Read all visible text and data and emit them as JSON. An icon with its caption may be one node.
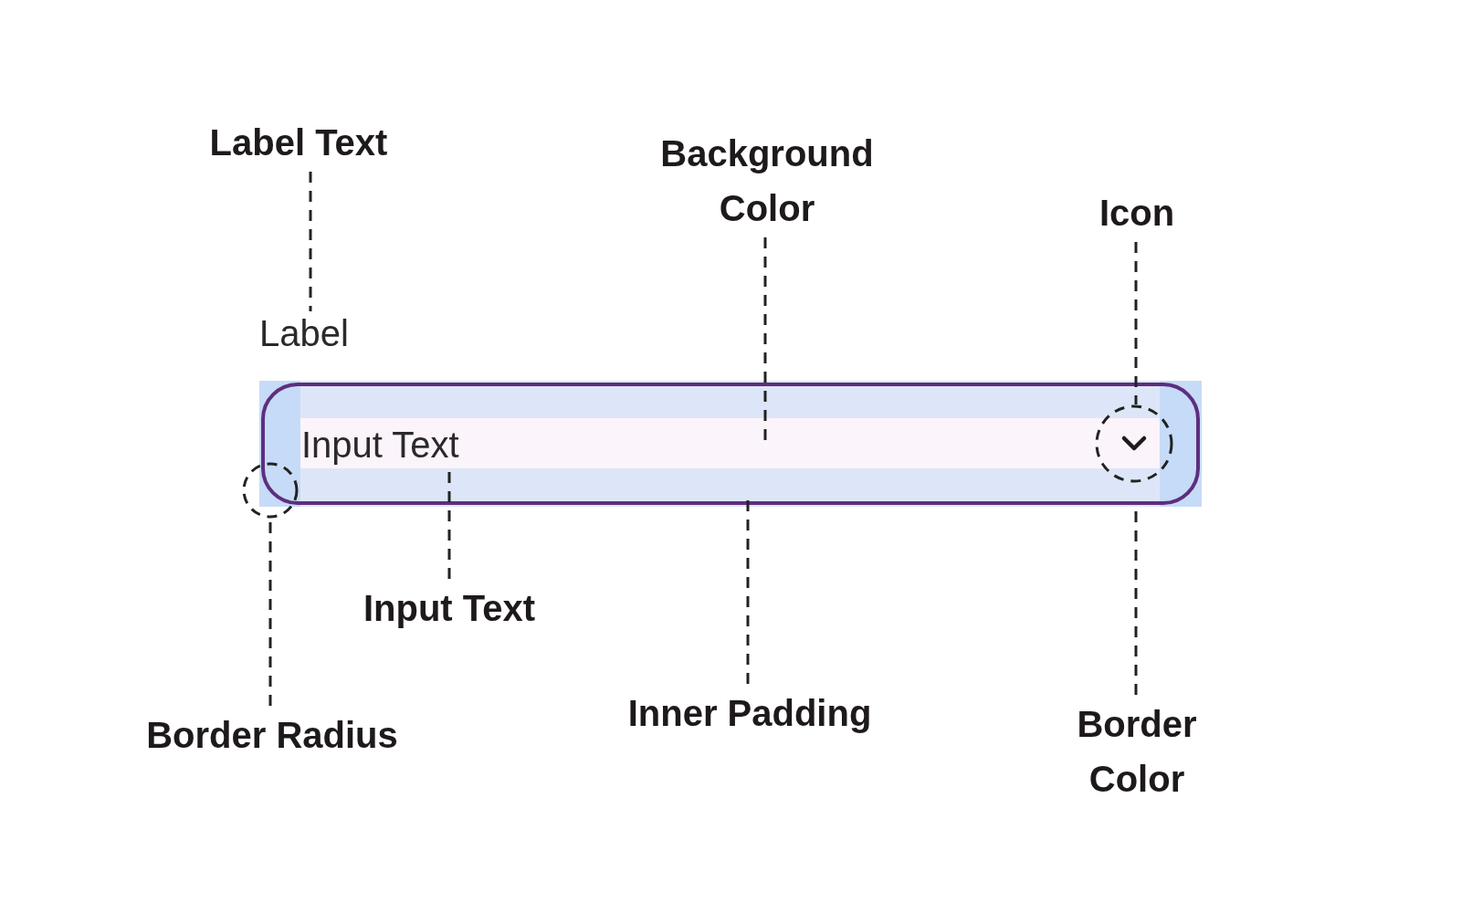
{
  "diagram": {
    "nodes": [
      {
        "text": [
          "Label Text"
        ]
      },
      {
        "text": [
          "Background Color"
        ]
      },
      {
        "text": [
          "Icon"
        ]
      },
      {
        "text": [
          "Label"
        ]
      },
      {
        "text": [],
        "shape": "box"
      },
      {
        "text": [
          "Input Text"
        ],
        "in": 4
      },
      {
        "text": [],
        "shape": "circle",
        "in": 4
      },
      {
        "text": [],
        "shape": "circle"
      },
      {
        "text": [
          "Input Text"
        ]
      },
      {
        "text": [
          "Inner Padding"
        ]
      },
      {
        "text": [
          "Border Color"
        ]
      },
      {
        "text": [
          "Border Radius"
        ]
      }
    ],
    "edges": [
      {
        "from": 0,
        "to": 3,
        "arrow": "none",
        "style": "dashed"
      },
      {
        "from": 1,
        "to": 4,
        "arrow": "none",
        "style": "dashed"
      },
      {
        "from": 2,
        "to": 6,
        "arrow": "none",
        "style": "dashed"
      },
      {
        "from": 8,
        "to": 5,
        "arrow": "none",
        "style": "dashed"
      },
      {
        "from": 9,
        "to": 4,
        "arrow": "none",
        "style": "dashed"
      },
      {
        "from": 10,
        "to": 4,
        "arrow": "none",
        "style": "dashed"
      },
      {
        "from": 11,
        "to": 7,
        "arrow": "none",
        "style": "dashed"
      }
    ]
  }
}
